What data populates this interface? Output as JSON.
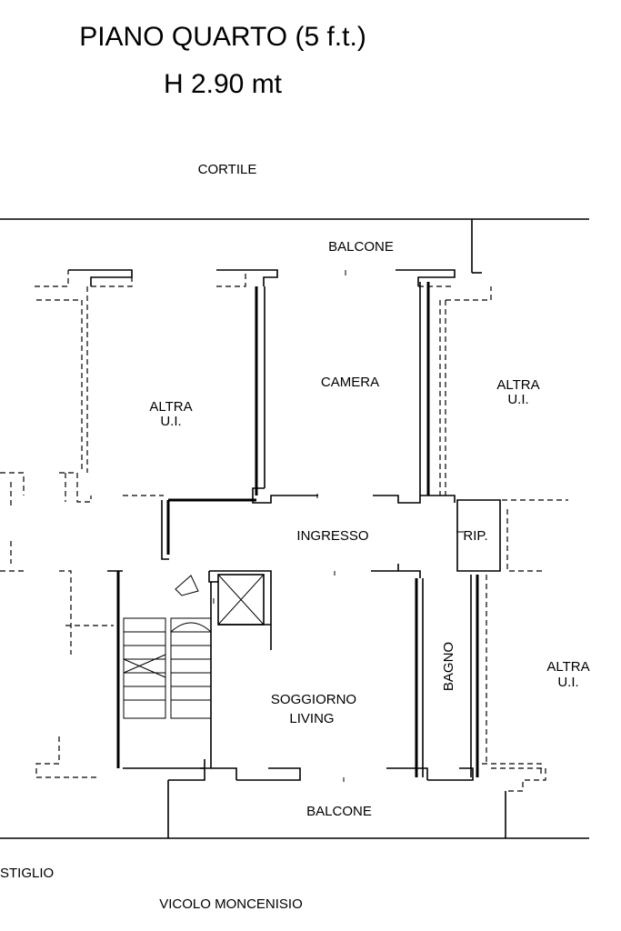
{
  "title": "PIANO QUARTO (5 f.t.)",
  "height_label": "H 2.90 mt",
  "rooms": {
    "cortile": "CORTILE",
    "balcone_top": "BALCONE",
    "camera": "CAMERA",
    "altra_left_1": "ALTRA",
    "altra_left_2": "U.I.",
    "altra_right_top_1": "ALTRA",
    "altra_right_top_2": "U.I.",
    "ingresso": "INGRESSO",
    "rip": "RIP.",
    "bagno": "BAGNO",
    "soggiorno_1": "SOGGIORNO",
    "soggiorno_2": "LIVING",
    "altra_right_bottom_1": "ALTRA",
    "altra_right_bottom_2": "U.I.",
    "balcone_bottom": "BALCONE",
    "ripostiglio": "STIGLIO",
    "vicolo": "VICOLO MONCENISIO"
  }
}
